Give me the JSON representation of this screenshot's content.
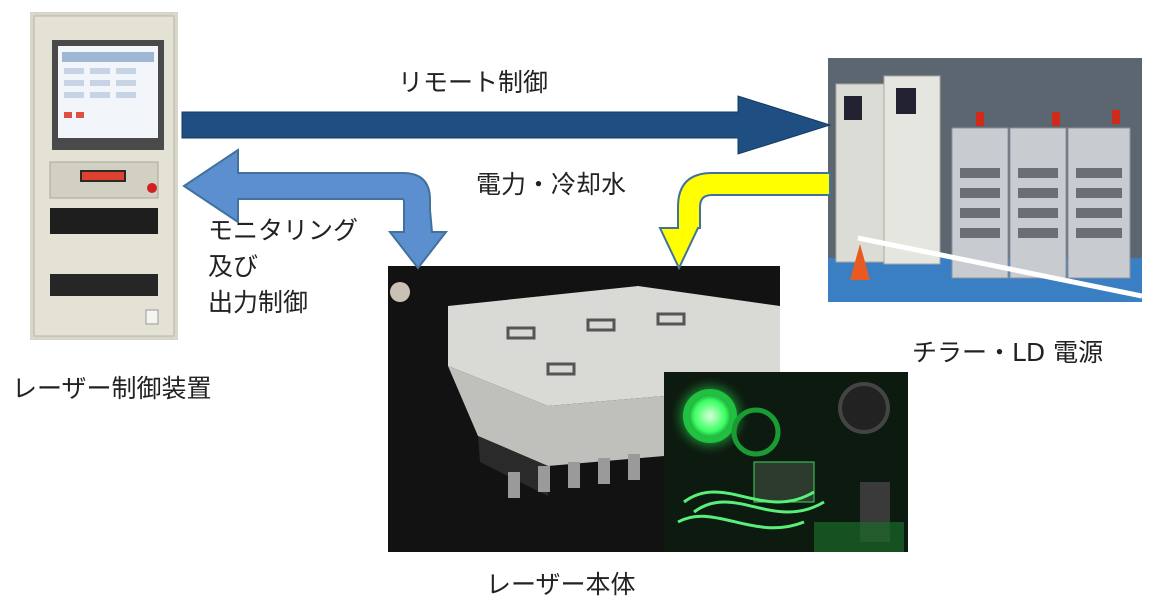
{
  "labels": {
    "remote_control": "リモート制御",
    "power_cooling": "電力・冷却水",
    "monitoring_lines": [
      "モニタリング",
      "及び",
      "出力制御"
    ],
    "controller": "レーザー制御装置",
    "chiller_ld": "チラー・LD 電源",
    "laser_body": "レーザー本体"
  },
  "colors": {
    "arrow_dark_blue": "#1f4f82",
    "arrow_light_blue": "#5b8fd0",
    "arrow_yellow": "#ffff00",
    "arrow_outline": "#41719c"
  },
  "icons": {
    "controller": "control-rack-photo",
    "chiller": "chiller-power-supply-photo",
    "laser": "laser-enclosure-photo",
    "optics": "green-laser-optics-photo"
  }
}
